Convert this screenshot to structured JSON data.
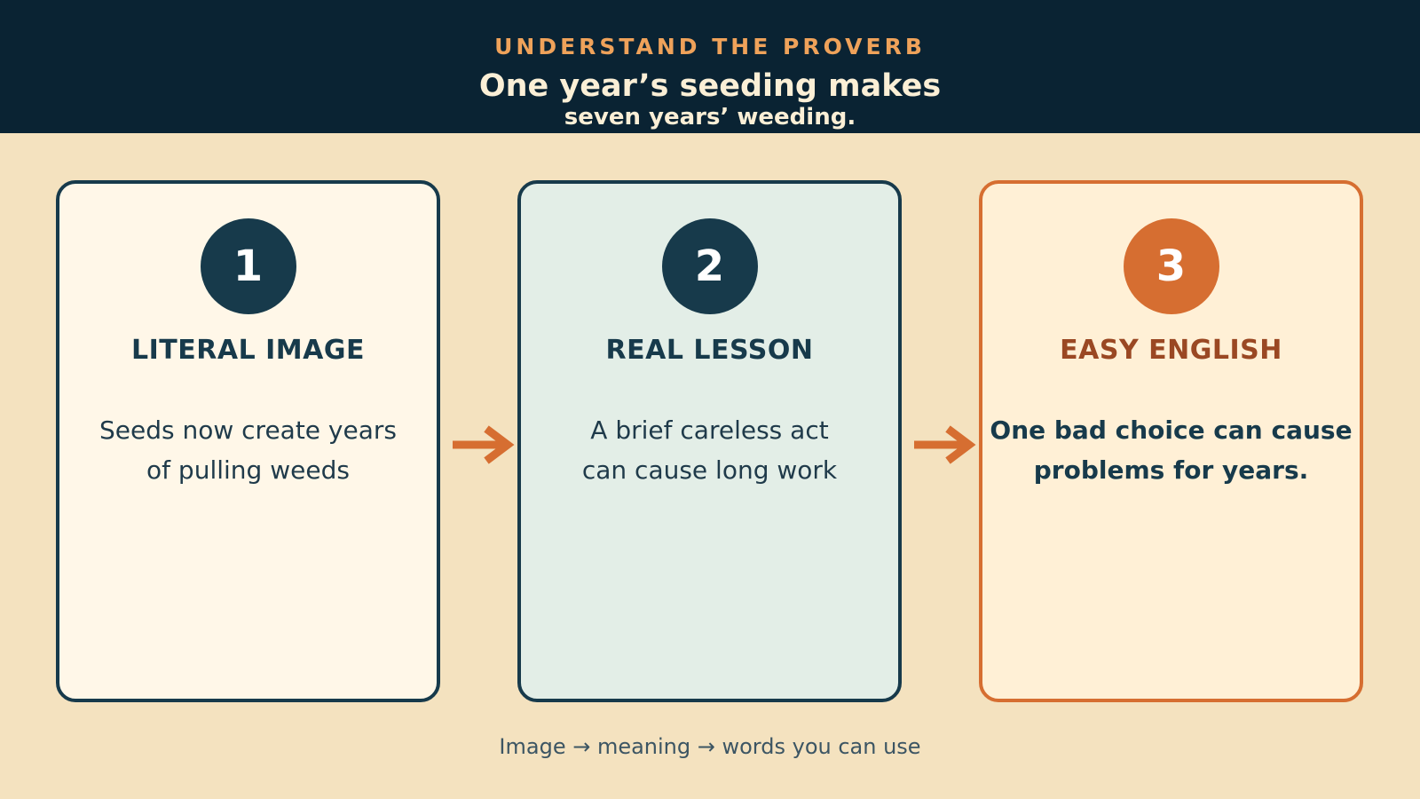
{
  "header": {
    "eyebrow": "UNDERSTAND THE PROVERB",
    "title_line1": "One year’s seeding makes",
    "title_line2": "seven years’ weeding."
  },
  "cards": [
    {
      "number": "1",
      "title": "LITERAL IMAGE",
      "body_lines": [
        "Seeds now create years",
        "of pulling weeds"
      ]
    },
    {
      "number": "2",
      "title": "REAL LESSON",
      "body_lines": [
        "A brief careless act",
        "can cause long work"
      ]
    },
    {
      "number": "3",
      "title": "EASY ENGLISH",
      "body_lines": [
        "One bad choice can cause",
        "problems for years."
      ]
    }
  ],
  "footer": {
    "caption": "Image → meaning → words you can use"
  },
  "colors": {
    "header_bg": "#0A2333",
    "page_bg": "#F4E2BF",
    "accent_orange": "#D66E31",
    "navy": "#173A4B"
  },
  "icons": {
    "arrow": "arrow-right-icon"
  }
}
